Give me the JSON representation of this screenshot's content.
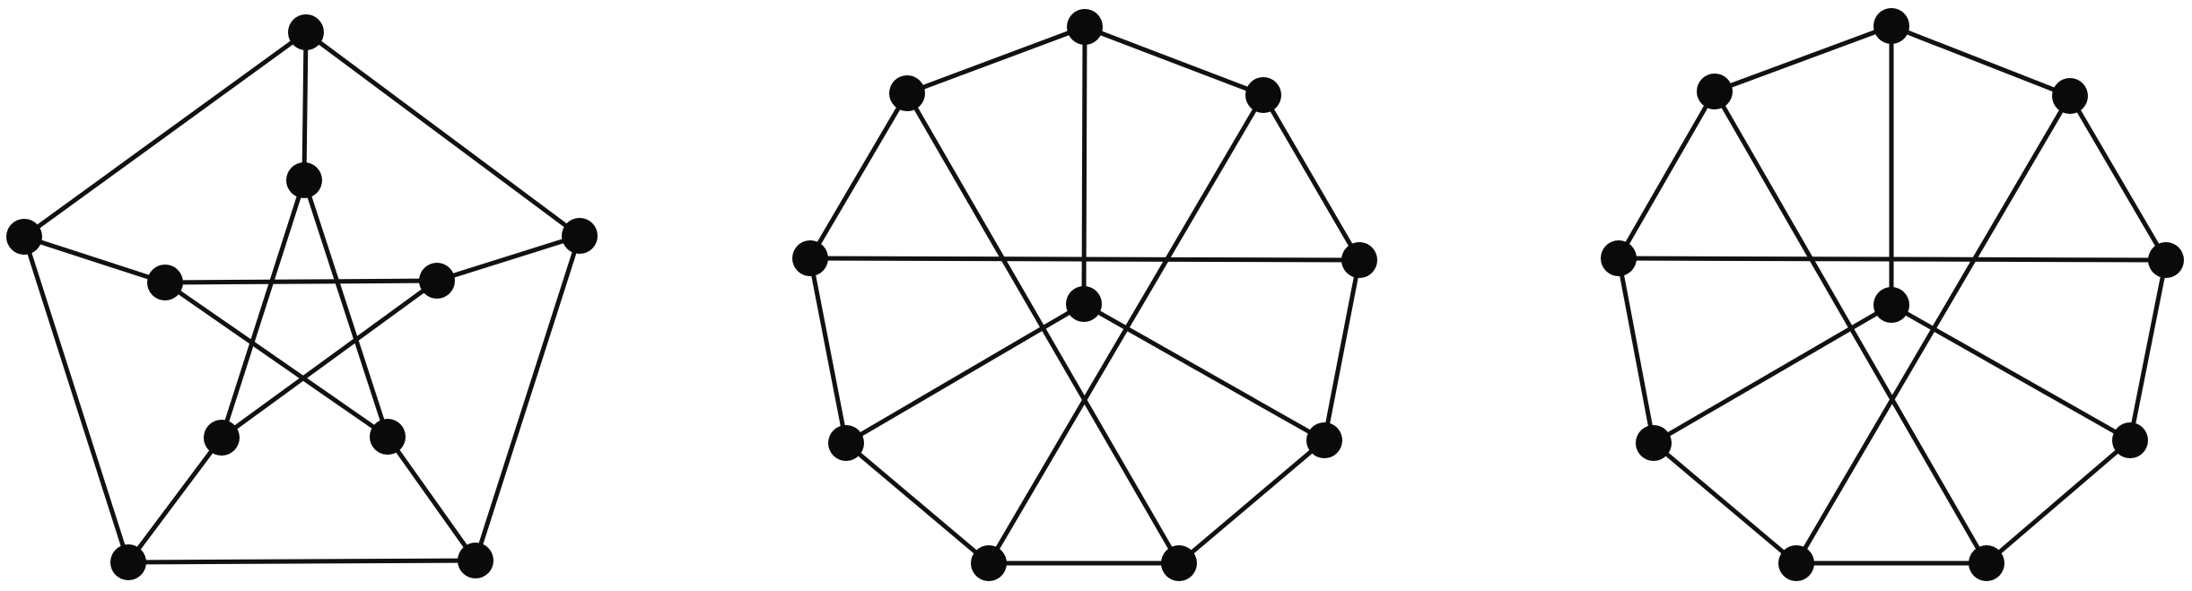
{
  "colors": {
    "background": "#ffffff",
    "edge": "#111111",
    "vertex": "#0a0a0a"
  },
  "diagrams": [
    {
      "id": "petersen-pentagram",
      "vertex_count": 10,
      "edge_count": 15,
      "edges": [
        [
          "o0",
          "o1"
        ],
        [
          "o1",
          "o2"
        ],
        [
          "o2",
          "o3"
        ],
        [
          "o3",
          "o4"
        ],
        [
          "o4",
          "o0"
        ],
        [
          "o0",
          "i0"
        ],
        [
          "o1",
          "i1"
        ],
        [
          "o2",
          "i2"
        ],
        [
          "o3",
          "i3"
        ],
        [
          "o4",
          "i4"
        ],
        [
          "i0",
          "i2"
        ],
        [
          "i2",
          "i4"
        ],
        [
          "i4",
          "i1"
        ],
        [
          "i1",
          "i3"
        ],
        [
          "i3",
          "i0"
        ]
      ]
    },
    {
      "id": "petersen-nonagon-star",
      "vertex_count": 10,
      "edge_count": 15,
      "edges": [
        [
          "r0",
          "r1"
        ],
        [
          "r1",
          "r2"
        ],
        [
          "r2",
          "r3"
        ],
        [
          "r3",
          "r4"
        ],
        [
          "r4",
          "r5"
        ],
        [
          "r5",
          "r6"
        ],
        [
          "r6",
          "r7"
        ],
        [
          "r7",
          "r8"
        ],
        [
          "r8",
          "r0"
        ],
        [
          "r2",
          "r7"
        ],
        [
          "r1",
          "r5"
        ],
        [
          "r8",
          "r4"
        ],
        [
          "c",
          "r0"
        ],
        [
          "c",
          "r3"
        ],
        [
          "c",
          "r6"
        ]
      ]
    },
    {
      "id": "petersen-nonagon-parallel",
      "vertex_count": 10,
      "edge_count": 15,
      "edges": [
        [
          "r0",
          "r1"
        ],
        [
          "r1",
          "r2"
        ],
        [
          "r2",
          "r3"
        ],
        [
          "r3",
          "r4"
        ],
        [
          "r4",
          "r5"
        ],
        [
          "r5",
          "r6"
        ],
        [
          "r6",
          "r7"
        ],
        [
          "r7",
          "r8"
        ],
        [
          "r8",
          "r0"
        ],
        [
          "r2",
          "r7"
        ],
        [
          "r1",
          "r5"
        ],
        [
          "r8",
          "r4"
        ],
        [
          "c",
          "r0"
        ],
        [
          "c",
          "r3"
        ],
        [
          "c",
          "r6"
        ]
      ]
    }
  ]
}
